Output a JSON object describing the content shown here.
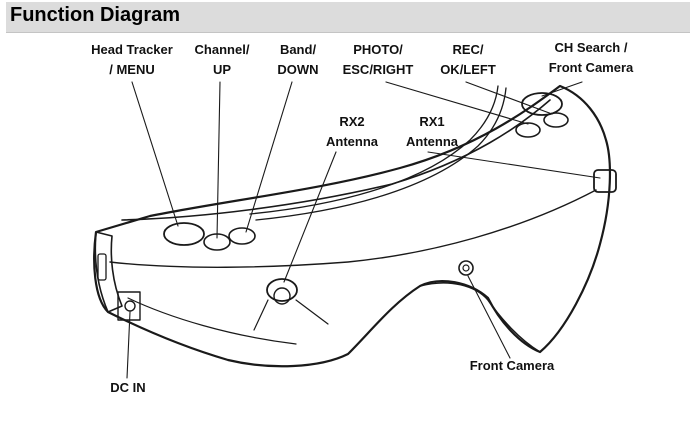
{
  "title": "Function Diagram",
  "labels": {
    "head_tracker": [
      "Head Tracker",
      "/ MENU"
    ],
    "channel": [
      "Channel/",
      "UP"
    ],
    "band": [
      "Band/",
      "DOWN"
    ],
    "photo": [
      "PHOTO/",
      "ESC/RIGHT"
    ],
    "rec": [
      "REC/",
      "OK/LEFT"
    ],
    "ch_search": [
      "CH Search /",
      "Front Camera"
    ],
    "rx2": [
      "RX2",
      "Antenna"
    ],
    "rx1": [
      "RX1",
      "Antenna"
    ],
    "front_camera": "Front Camera",
    "dc_in": "DC IN"
  }
}
